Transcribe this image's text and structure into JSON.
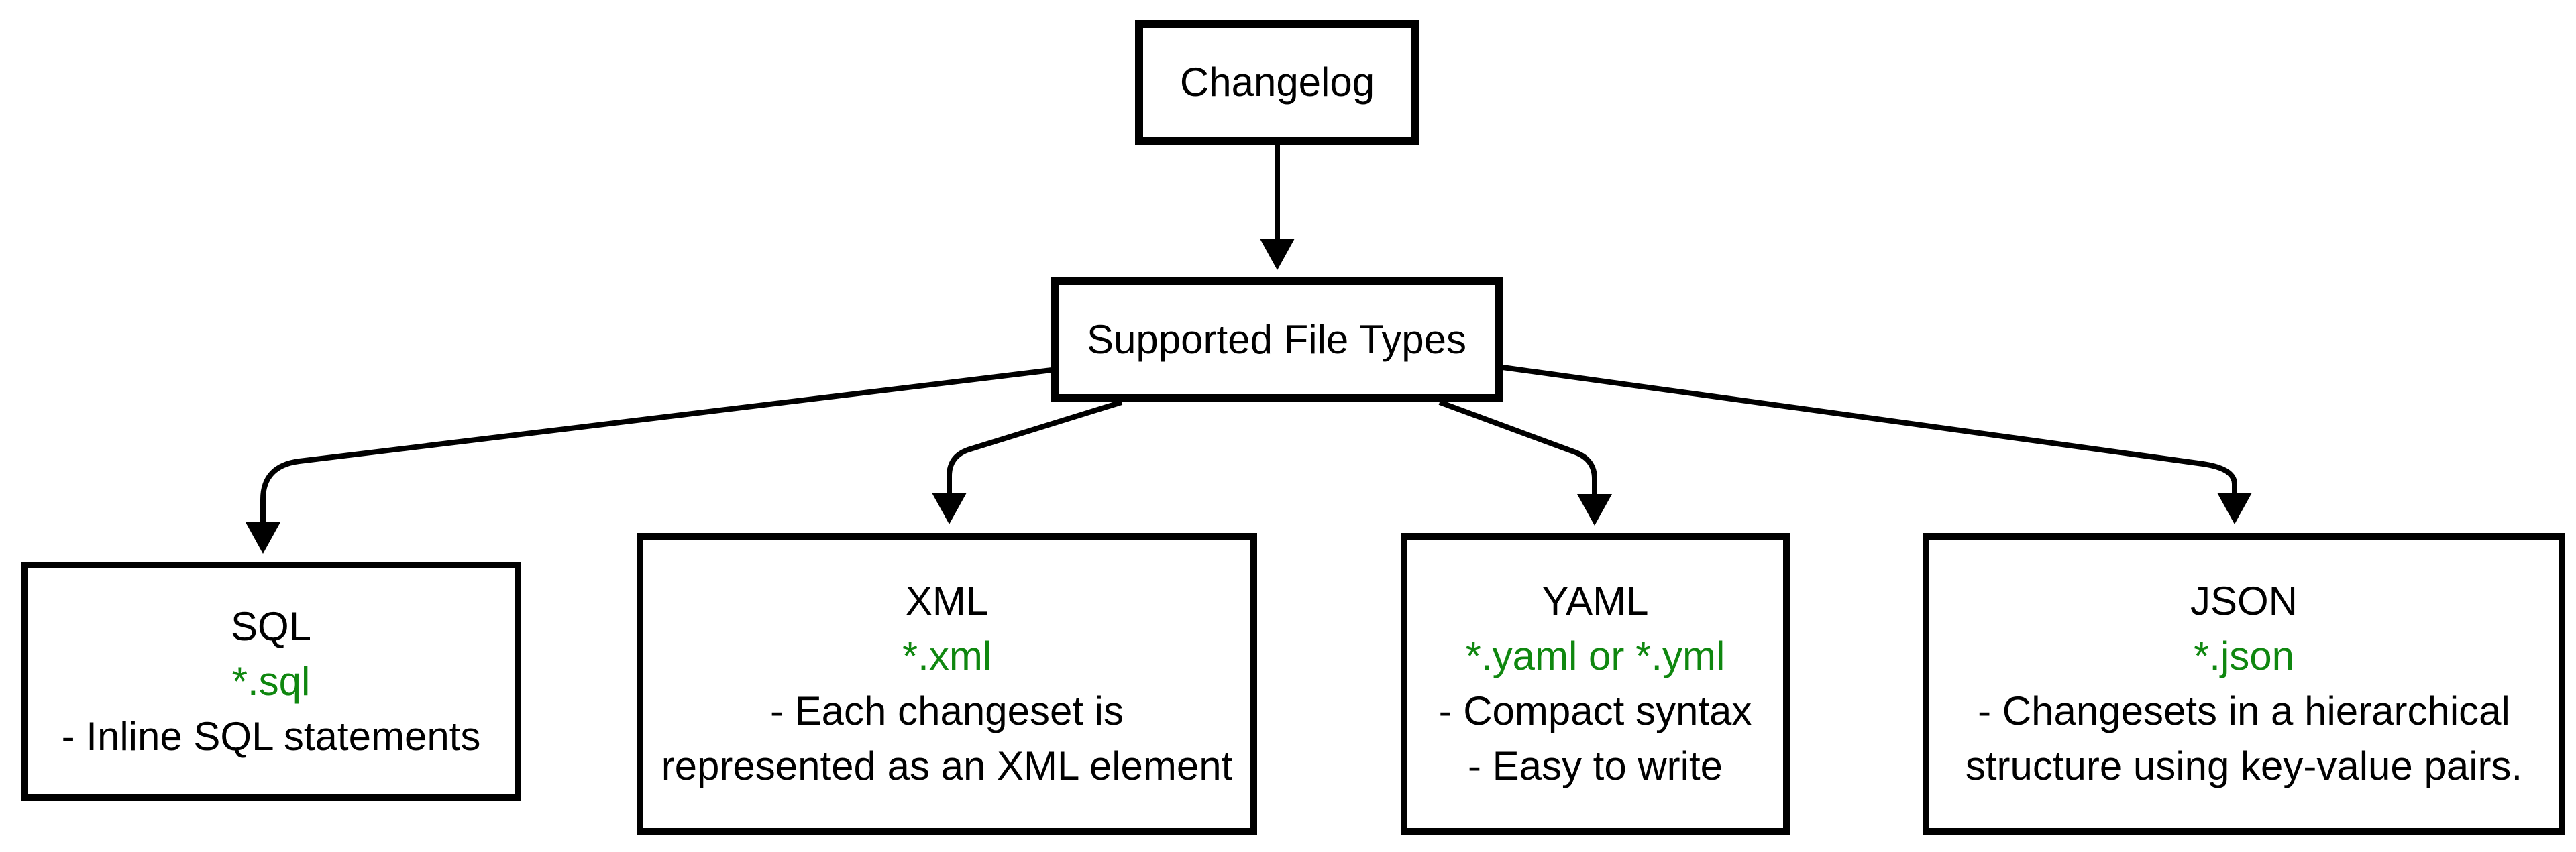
{
  "diagram": {
    "root_node": {
      "label": "Changelog"
    },
    "hub_node": {
      "label": "Supported File Types"
    },
    "types": [
      {
        "title": "SQL",
        "ext": "*.sql",
        "desc_lines": [
          "- Inline SQL statements"
        ]
      },
      {
        "title": "XML",
        "ext": "*.xml",
        "desc_lines": [
          "- Each changeset is",
          "represented as an XML element"
        ]
      },
      {
        "title": "YAML",
        "ext": "*.yaml or *.yml",
        "desc_lines": [
          "- Compact syntax",
          "- Easy to write"
        ]
      },
      {
        "title": "JSON",
        "ext": "*.json",
        "desc_lines": [
          "- Changesets in a hierarchical",
          "structure using key-value pairs."
        ]
      }
    ],
    "colors": {
      "extension_text": "#0f870f",
      "shape_stroke": "#000000",
      "text": "#000000",
      "background": "#ffffff"
    }
  }
}
